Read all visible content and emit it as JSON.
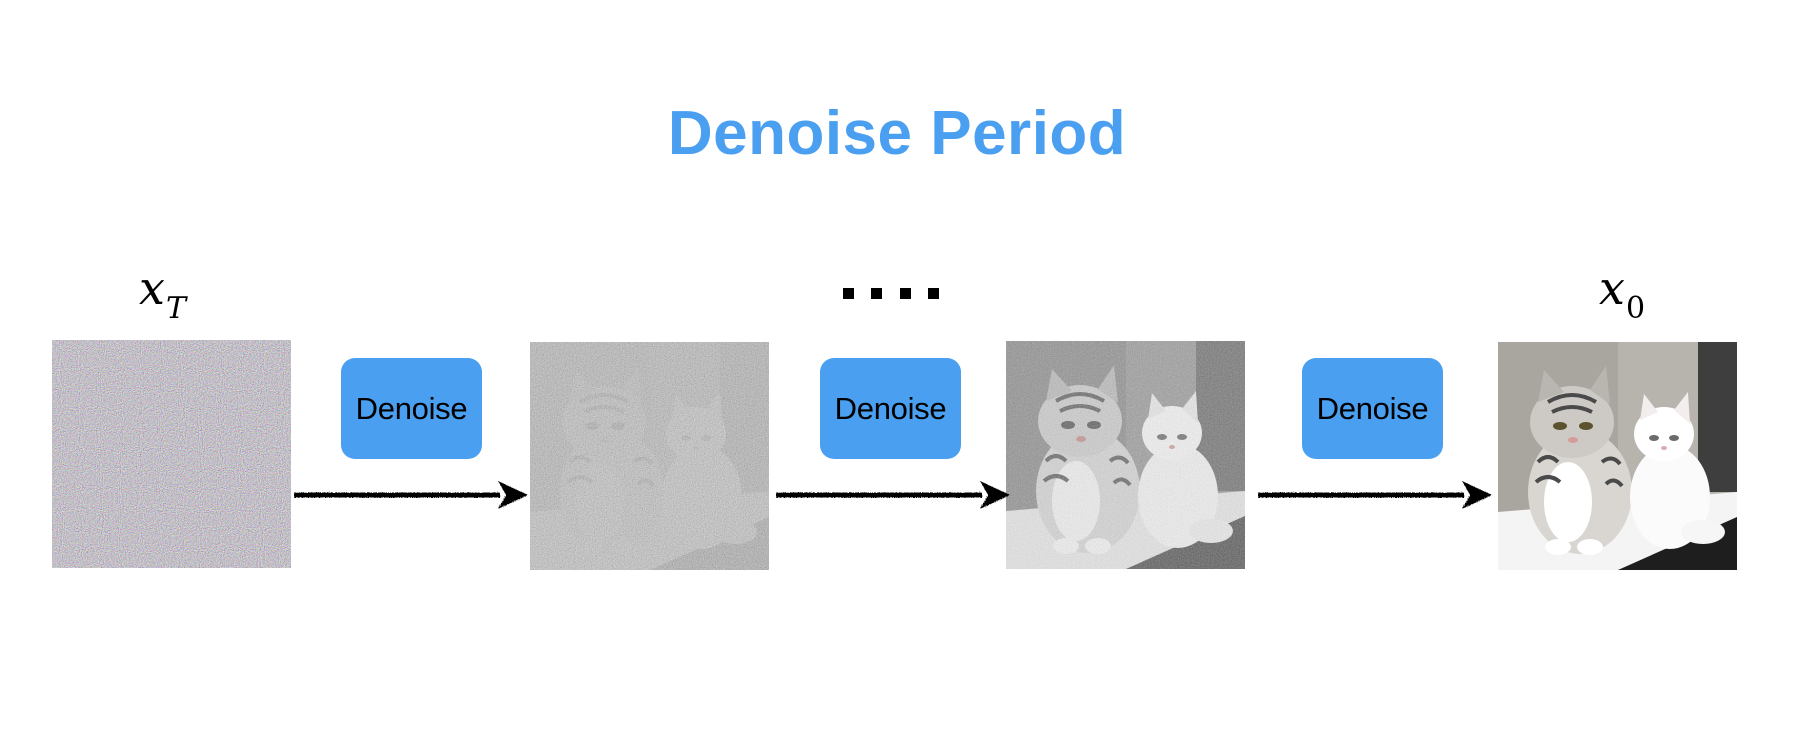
{
  "title": "Denoise Period",
  "start_label": {
    "base": "x",
    "sub": "T"
  },
  "end_label": {
    "base": "x",
    "sub": "0"
  },
  "ellipsis_count": 4,
  "steps": [
    {
      "label": "Denoise"
    },
    {
      "label": "Denoise"
    },
    {
      "label": "Denoise"
    }
  ],
  "colors": {
    "accent": "#4a9ff0",
    "arrow": "#000000"
  }
}
